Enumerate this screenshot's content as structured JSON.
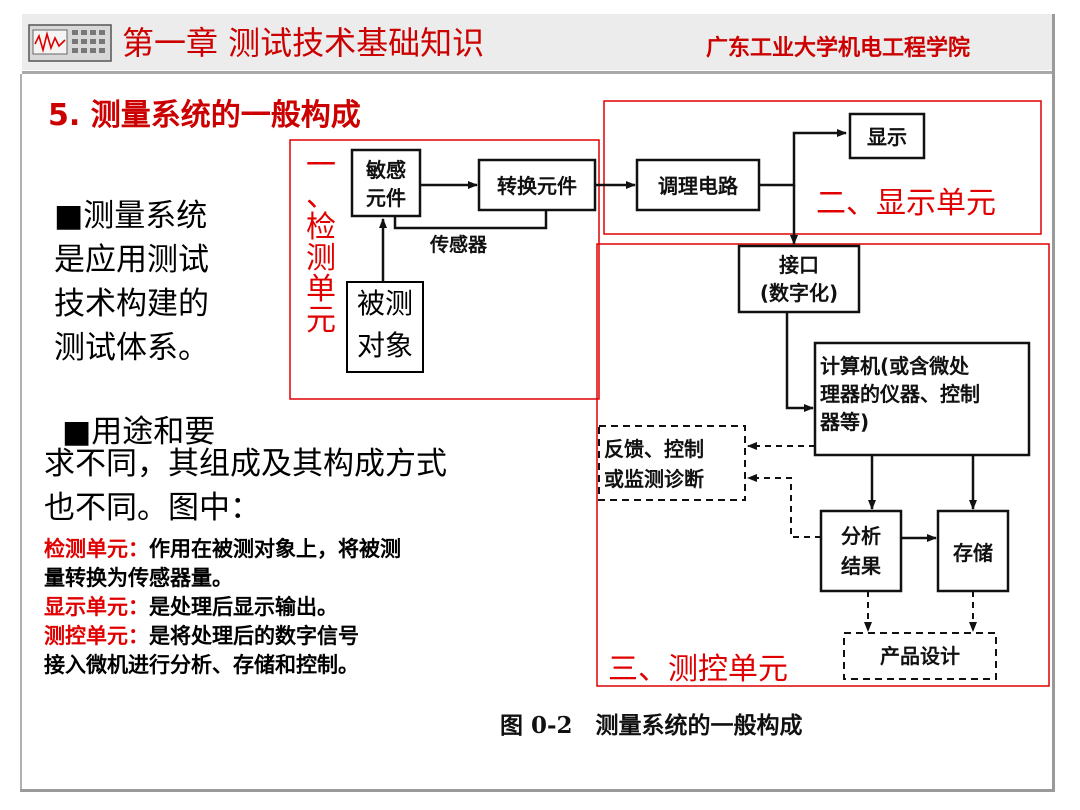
{
  "header": {
    "logo_icon": "waveform-instrument-icon",
    "chapter_title": "第一章 测试技术基础知识",
    "school": "广东工业大学机电工程学院"
  },
  "section_title": "5. 测量系统的一般构成",
  "paragraph1": {
    "lines": [
      "■测量系统",
      "是应用测试",
      "技术构建的",
      "测试体系。"
    ]
  },
  "paragraph2": {
    "first_line": "■用途和要",
    "lines": [
      "求不同，其组成及其构成方式",
      "也不同。图中："
    ]
  },
  "definitions": {
    "detect_term": "检测单元：",
    "detect_desc": "作用在被测对象上，将被测",
    "detect_desc2": "量转换为传感器量。",
    "display_term": "显示单元：",
    "display_desc": "是处理后显示输出。",
    "control_term": "测控单元：",
    "control_desc": "是将处理后的数字信号",
    "control_desc2": "接入微机进行分析、存储和控制。"
  },
  "diagram": {
    "sensitive_element": [
      "敏感",
      "元件"
    ],
    "conversion_element": "转换元件",
    "sensor_label": "传感器",
    "conditioning_circuit": "调理电路",
    "display": "显示",
    "interface": [
      "接口",
      "(数字化)"
    ],
    "computer": [
      "计算机(或含微处",
      "理器的仪器、控制",
      "器等)"
    ],
    "feedback": [
      "反馈、控制",
      "或监测诊断"
    ],
    "analysis": [
      "分析",
      "结果"
    ],
    "storage": "存储",
    "product_design": "产品设计",
    "measured_object": [
      "被测",
      "对象"
    ],
    "detect_unit_vertical": [
      "一",
      "、",
      "检",
      "测",
      "单",
      "元"
    ],
    "display_unit_label": "二、显示单元",
    "control_unit_label": "三、测控单元",
    "caption": "图 0-2　测量系统的一般构成"
  },
  "colors": {
    "accent_red": "#e00000",
    "header_bg": "#ececec",
    "frame_gray": "#9a9a9a"
  }
}
